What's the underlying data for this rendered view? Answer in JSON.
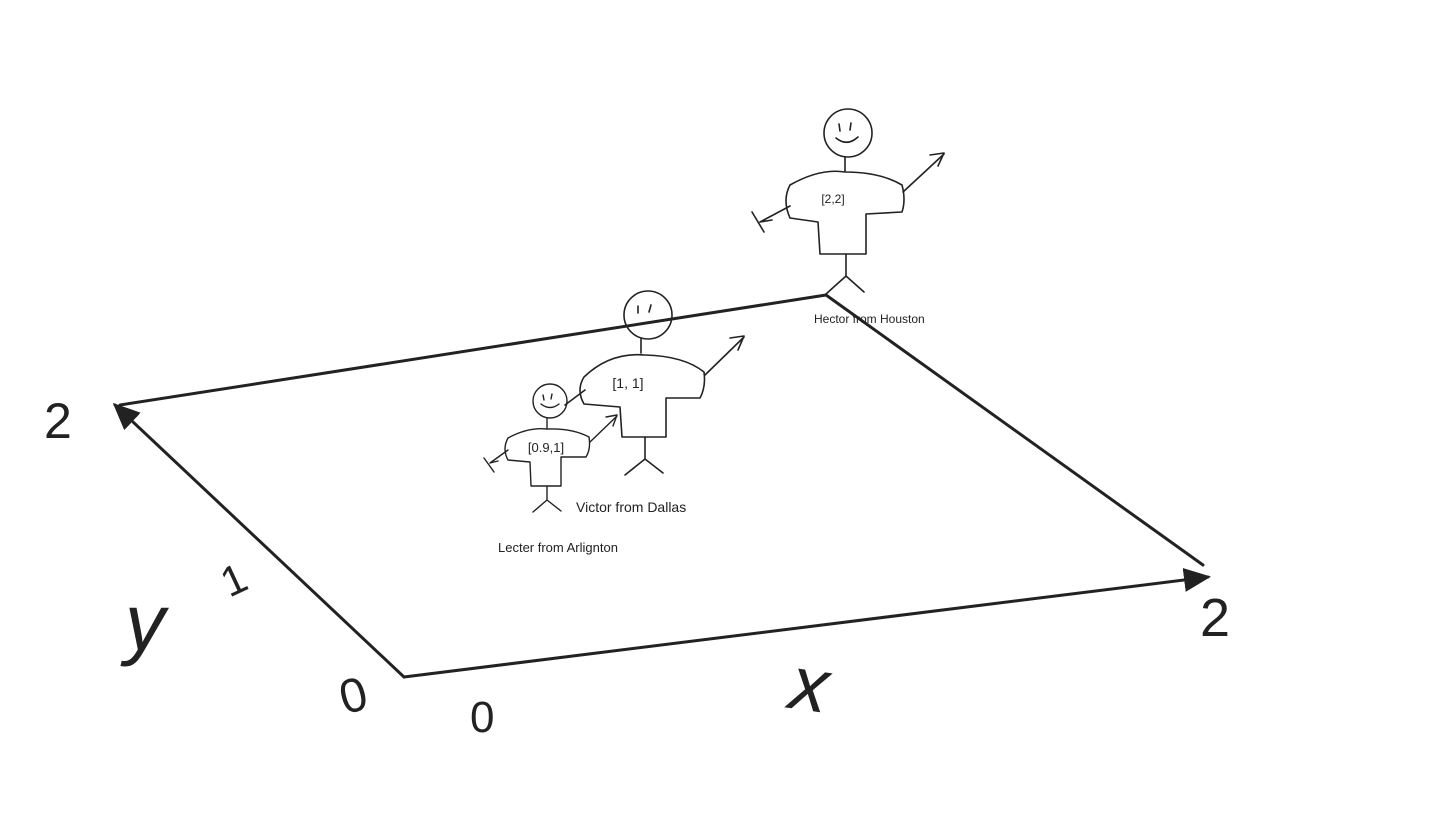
{
  "axes": {
    "x_label": "x",
    "y_label": "y",
    "x_ticks": [
      "0",
      "2"
    ],
    "y_ticks": [
      "0",
      "1",
      "2"
    ]
  },
  "figures": [
    {
      "key": "hector",
      "shirt_label": "[2,2]",
      "caption": "Hector from Houston"
    },
    {
      "key": "victor",
      "shirt_label": "[1, 1]",
      "caption": "Victor from Dallas"
    },
    {
      "key": "lecter",
      "shirt_label": "[0.9,1]",
      "caption": "Lecter from Arlignton"
    }
  ],
  "colors": {
    "ink": "#222222",
    "background": "#ffffff"
  }
}
